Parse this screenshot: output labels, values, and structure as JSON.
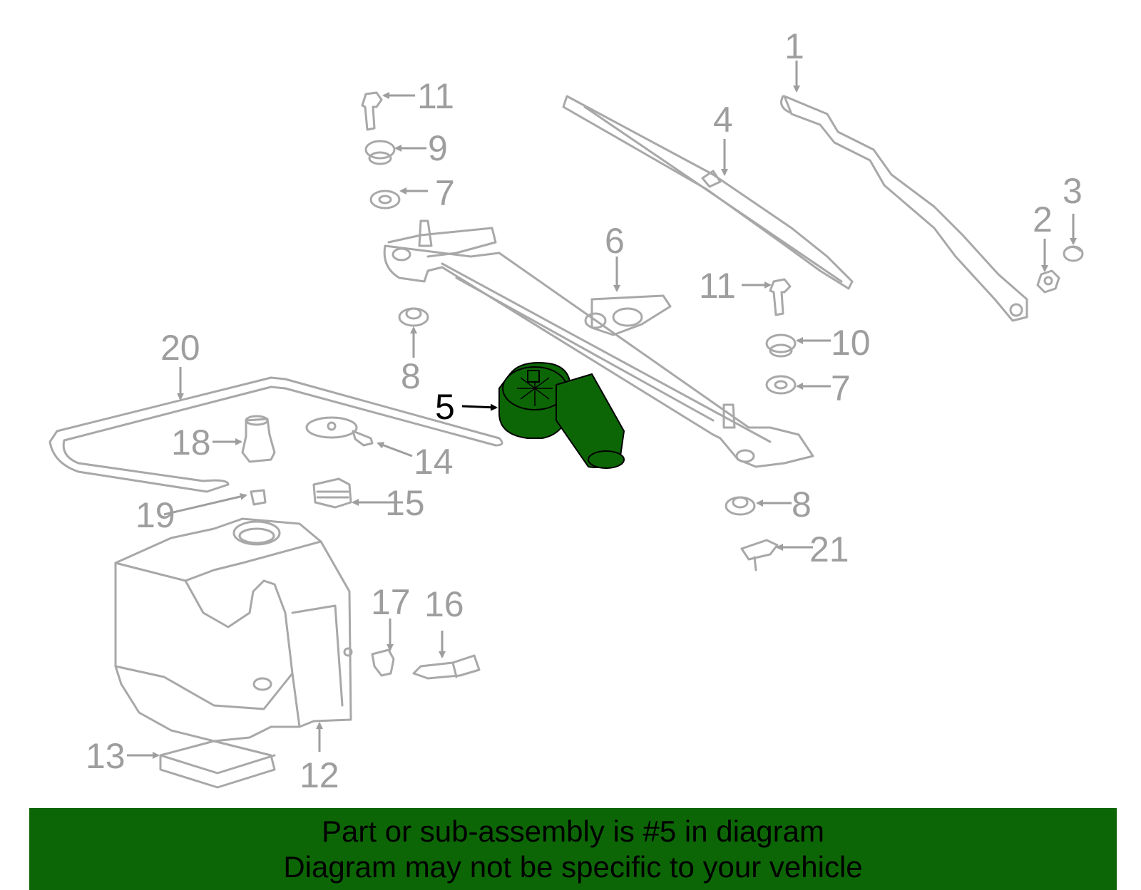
{
  "callouts": {
    "c1": "1",
    "c2": "2",
    "c3": "3",
    "c4": "4",
    "c5": "5",
    "c6": "6",
    "c7a": "7",
    "c7b": "7",
    "c8a": "8",
    "c8b": "8",
    "c9": "9",
    "c10": "10",
    "c11a": "11",
    "c11b": "11",
    "c12": "12",
    "c13": "13",
    "c14": "14",
    "c15": "15",
    "c16": "16",
    "c17": "17",
    "c18": "18",
    "c19": "19",
    "c20": "20",
    "c21": "21"
  },
  "highlight": {
    "part": "5",
    "color": "#0d6606"
  },
  "colors": {
    "line_art": "#a8a8a8",
    "callout_text": "#9e9e9e",
    "banner_bg": "#0d6606"
  },
  "banner": {
    "line1": "Part or sub-assembly is #5 in diagram",
    "line2": "Diagram may not be specific to your vehicle"
  }
}
